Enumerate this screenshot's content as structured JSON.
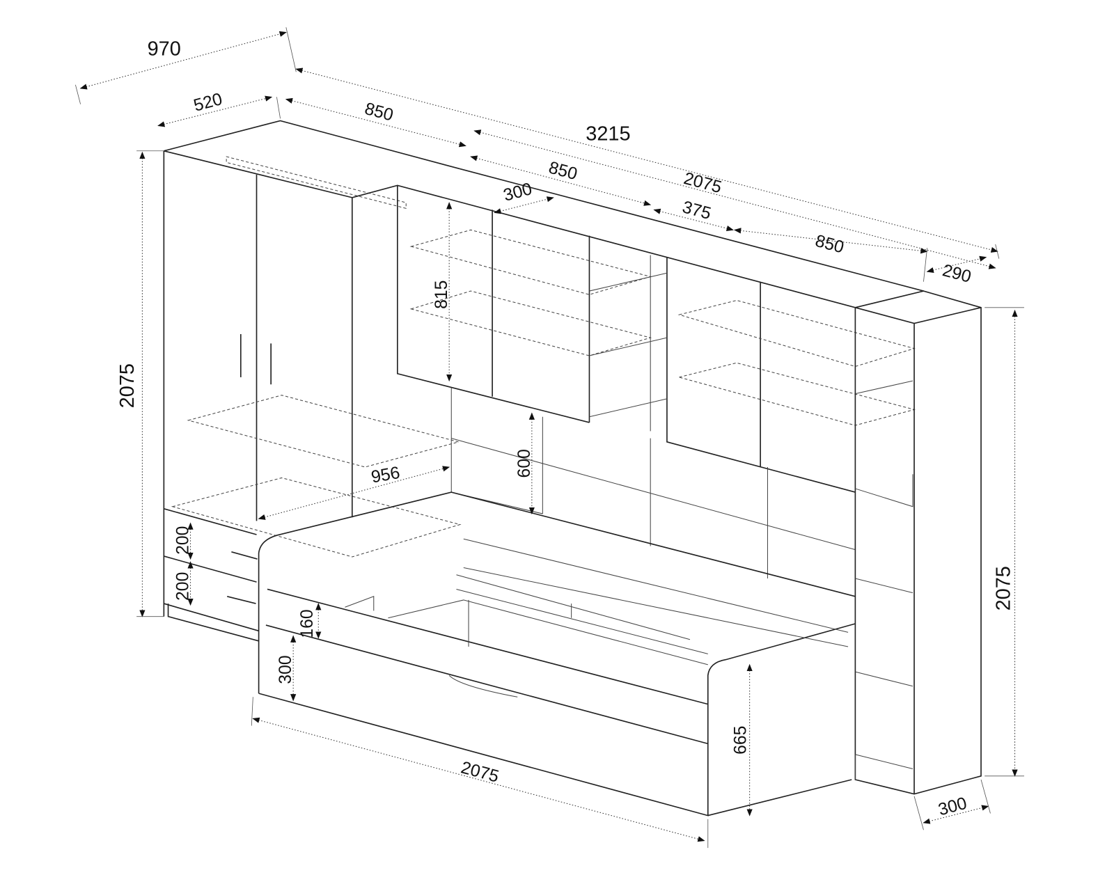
{
  "drawing": {
    "dimensions": {
      "total_depth_top": "970",
      "wardrobe_depth": "520",
      "wardrobe_width": "850",
      "total_width": "3215",
      "upper_cabinet_left_width": "850",
      "bed_length_top": "2075",
      "upper_cabinet_depth": "300",
      "open_shelf_width": "375",
      "upper_cabinet_right_width": "850",
      "bookcase_width": "290",
      "upper_cabinet_height": "815",
      "wardrobe_height": "2075",
      "gap_height": "600",
      "bed_inner_width": "956",
      "drawer_top_height": "200",
      "drawer_bottom_height": "200",
      "bed_rail_height": "160",
      "bed_drawer_height": "300",
      "bed_length_bottom": "2075",
      "bed_foot_height": "665",
      "bookcase_height": "2075",
      "bookcase_depth": "300"
    }
  }
}
